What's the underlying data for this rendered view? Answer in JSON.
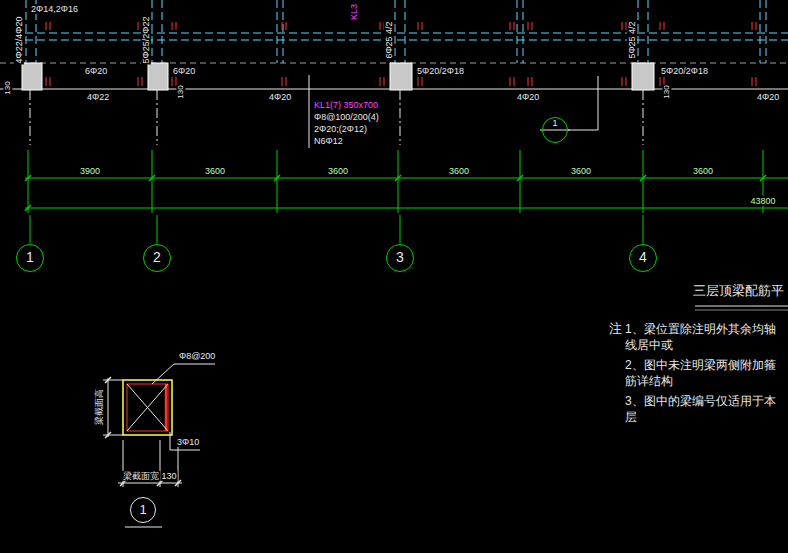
{
  "diagram": {
    "title": "三层顶梁配筋平",
    "nodes": [
      {
        "text": [
          "1"
        ]
      },
      {
        "text": [
          "1"
        ]
      },
      {
        "text": [
          "2"
        ]
      },
      {
        "text": [
          "3"
        ]
      },
      {
        "text": [
          "4"
        ]
      },
      {
        "text": [
          "1"
        ]
      }
    ],
    "labels": [
      "2Φ14,2Φ16",
      "4Φ22/4Φ20",
      "6Φ20",
      "4Φ22",
      "130",
      "5Φ25/2Φ22",
      "6Φ20",
      "130",
      "4Φ20",
      "KL1(7) 350x700",
      "Φ8@100/200(4)",
      "2Φ20;(2Φ12)",
      "N6Φ12",
      "KL3",
      "6Φ25 4/2",
      "5Φ20/2Φ18",
      "4Φ20",
      "5Φ25 4/2",
      "5Φ20/2Φ18",
      "130",
      "4Φ20",
      "3900",
      "3600",
      "3600",
      "3600",
      "3600",
      "3600",
      "43800",
      "Φ8@200",
      "3Φ10",
      "梁截面高",
      "梁截面宽",
      "130",
      "注",
      "1、梁位置除注明外其余均轴线居中或",
      "2、图中未注明梁两侧附加箍筋详结构",
      "3、图中的梁编号仅适用于本层"
    ]
  }
}
